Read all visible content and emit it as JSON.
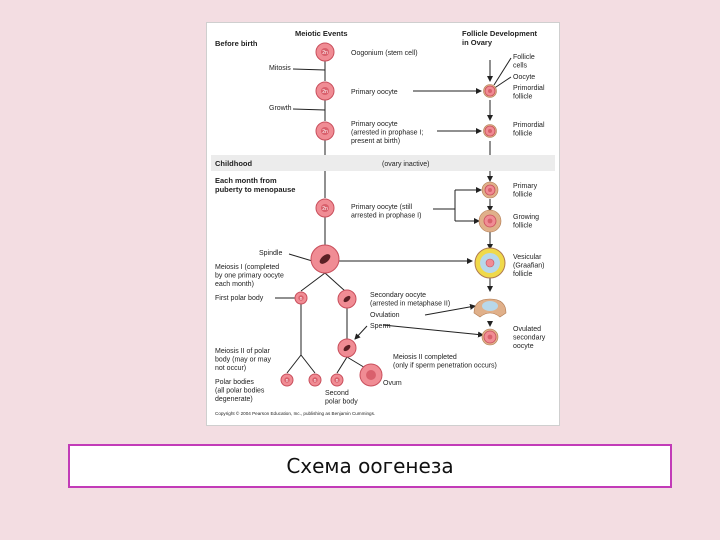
{
  "header": {
    "left": "Meiotic Events",
    "right": "Follicle Development\nin Ovary"
  },
  "phases": {
    "before_birth": "Before birth",
    "childhood": "Childhood",
    "childhood_note": "(ovary inactive)",
    "monthly": "Each month from\npuberty to menopause"
  },
  "cells": {
    "oogonium": "Oogonium (stem cell)",
    "primary_oocyte": "Primary oocyte",
    "primary_oocyte_arrested": "Primary oocyte\n(arrested in prophase I;\npresent at birth)",
    "primary_oocyte_still": "Primary oocyte (still\narrested in prophase I)",
    "secondary_oocyte": "Secondary oocyte\n(arrested in metaphase II)",
    "ovulation": "Ovulation",
    "sperm": "Sperm",
    "meiosis2_completed": "Meiosis II completed\n(only if sperm penetration occurs)",
    "ovum": "Ovum",
    "second_polar_body": "Second\npolar body"
  },
  "left_labels": {
    "mitosis": "Mitosis",
    "growth": "Growth",
    "spindle": "Spindle",
    "meiosis1": "Meiosis I (completed\nby one primary oocyte\neach month)",
    "first_polar_body": "First polar body",
    "meiosis2_polar": "Meiosis II of polar\nbody (may or may\nnot occur)",
    "polar_bodies": "Polar bodies\n(all polar bodies\ndegenerate)"
  },
  "follicle_labels": {
    "follicle_cells": "Follicle\ncells",
    "oocyte": "Oocyte",
    "primordial1": "Primordial\nfollicle",
    "primordial2": "Primordial\nfollicle",
    "primary": "Primary\nfollicle",
    "growing": "Growing\nfollicle",
    "vesicular": "Vesicular\n(Graafian)\nfollicle",
    "ovulated": "Ovulated\nsecondary\noocyte"
  },
  "cell_markers": {
    "2n": "2n",
    "n": "n"
  },
  "copyright": "Copyright © 2004 Pearson Education, Inc., publishing as Benjamin Cummings.",
  "caption": "Схема оогенеза",
  "colors": {
    "background": "#f3dde2",
    "caption_border": "#c23bb8",
    "cell_fill": "#f08c94",
    "cell_stroke": "#c94f5c",
    "band": "#ececec",
    "follicle_ring": "#e0b08a",
    "vesicle": "#f0d94a",
    "fluid": "#b8d8ea"
  }
}
